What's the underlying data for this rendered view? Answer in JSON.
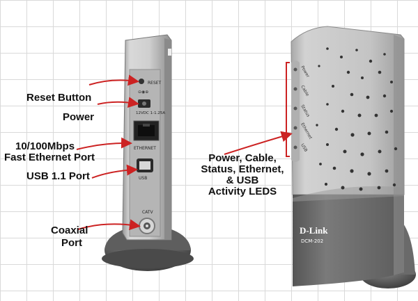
{
  "callouts": {
    "reset": "Reset Button",
    "power": "Power",
    "ethernet_line1": "10/100Mbps",
    "ethernet_line2": "Fast Ethernet Port",
    "usb": "USB 1.1 Port",
    "coax_line1": "Coaxial",
    "coax_line2": "Port",
    "leds_line1": "Power, Cable,",
    "leds_line2": "Status, Ethernet,",
    "leds_line3": "& USB",
    "leds_line4": "Activity LEDS"
  },
  "back_panel_labels": {
    "reset": "RESET",
    "power_spec": "12VDC 1-1.25A",
    "ethernet": "ETHERNET",
    "usb": "USB",
    "catv": "CATV"
  },
  "front_panel": {
    "brand": "D-Link",
    "model": "DCM-202",
    "led_labels": [
      "Power",
      "Cable",
      "Status",
      "Ethernet",
      "USB"
    ]
  },
  "colors": {
    "arrow": "#cc2222",
    "grid": "#d9d9d9",
    "device_body": "#c8c8c8",
    "device_base": "#6f6f6f"
  }
}
